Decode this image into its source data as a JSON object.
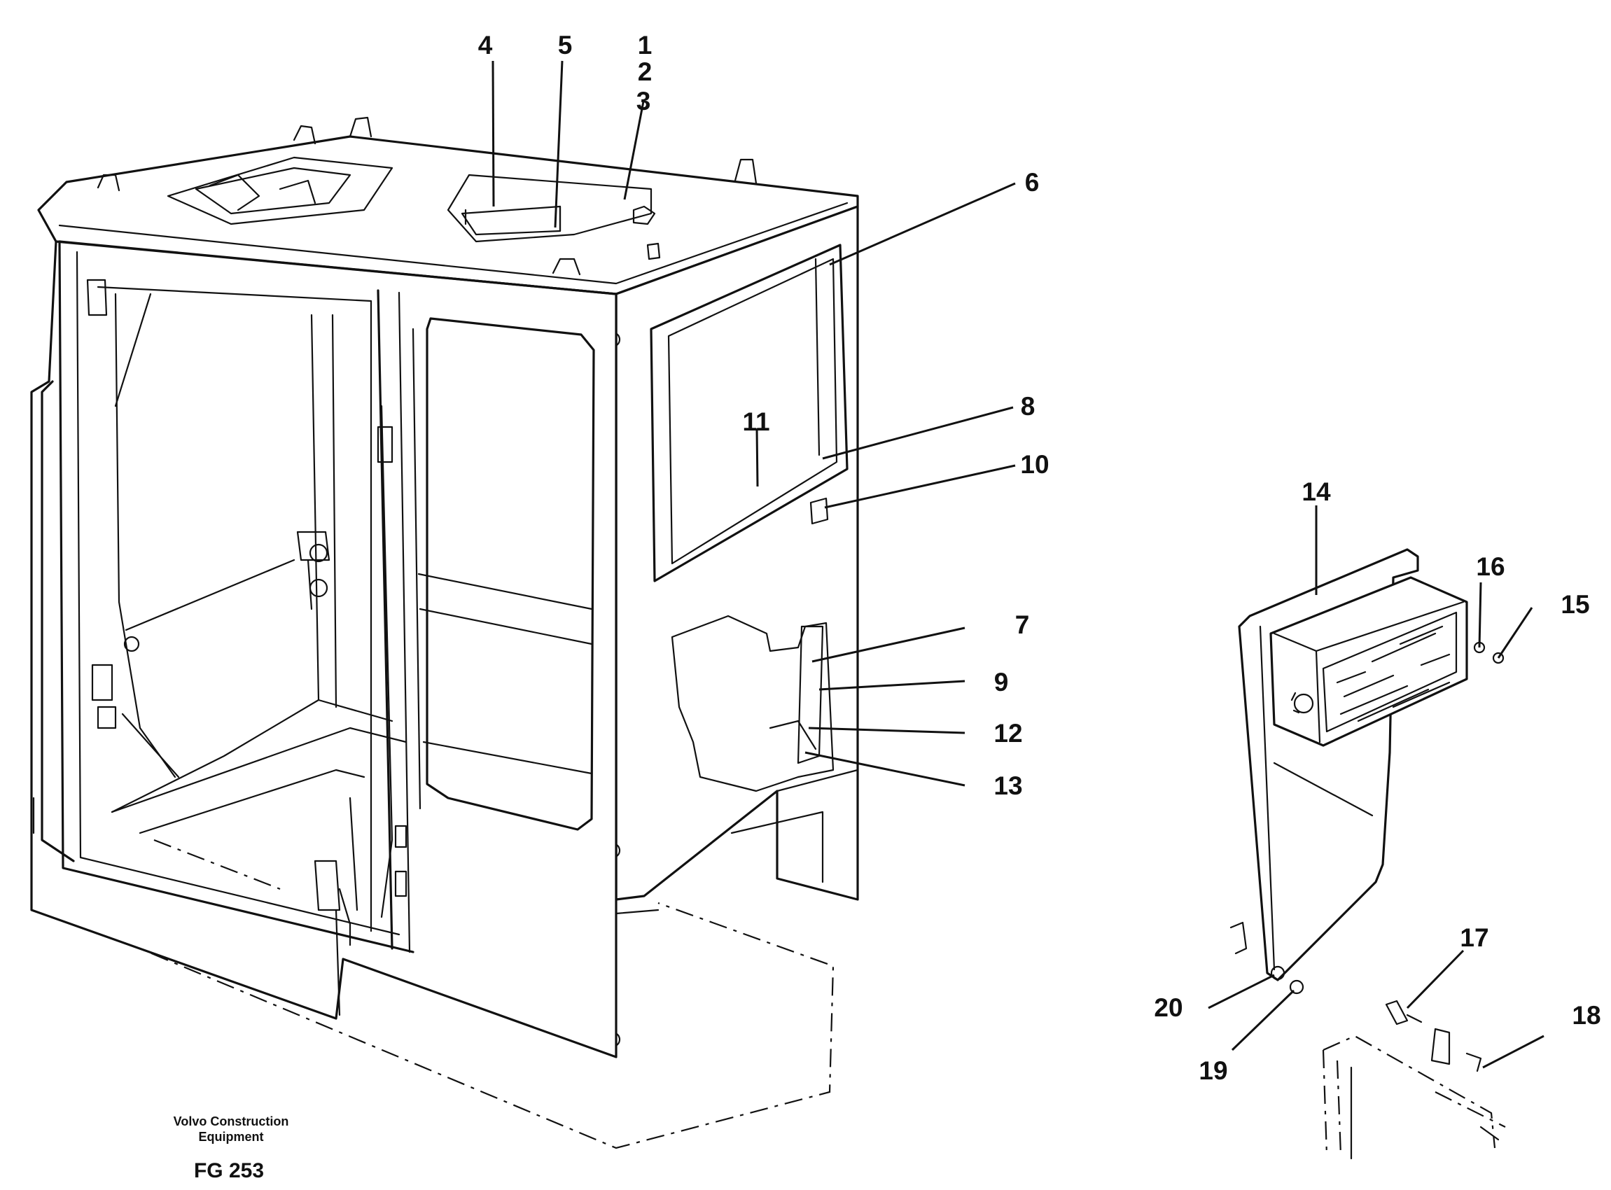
{
  "footer": {
    "company_line1": "Volvo Construction",
    "company_line2": "Equipment",
    "figure_code": "FG 253"
  },
  "callouts": {
    "c1": "1",
    "c2": "2",
    "c3": "3",
    "c4": "4",
    "c5": "5",
    "c6": "6",
    "c7": "7",
    "c8": "8",
    "c9": "9",
    "c10": "10",
    "c11": "11",
    "c12": "12",
    "c13": "13",
    "c14": "14",
    "c15": "15",
    "c16": "16",
    "c17": "17",
    "c18": "18",
    "c19": "19",
    "c20": "20"
  }
}
